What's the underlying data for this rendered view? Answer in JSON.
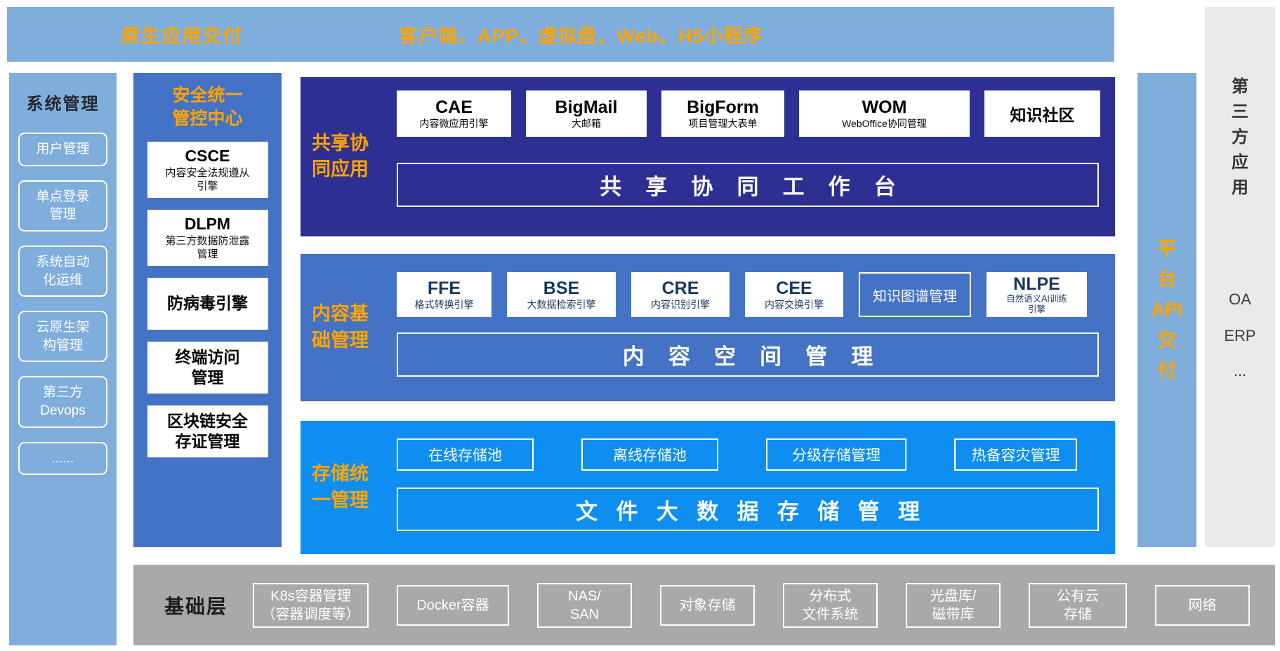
{
  "colors": {
    "light_blue": "#7FAEDC",
    "medium_blue": "#4472C4",
    "navy": "#2D3092",
    "bright_blue": "#0E8EF0",
    "gray_bar": "#A9A9A9",
    "light_gray_panel": "#E9E9E9",
    "orange": "#FFA400",
    "white": "#FFFFFF"
  },
  "top_bar": {
    "left_label": "原生应用交付",
    "right_label": "客户端、APP、虚拟盘、Web、H5小程序"
  },
  "system_management": {
    "title": "系统管理",
    "items": [
      {
        "label": "用户管理"
      },
      {
        "label": "单点登录\n管理"
      },
      {
        "label": "系统自动\n化运维"
      },
      {
        "label": "云原生架\n构管理"
      },
      {
        "label": "第三方\nDevops"
      },
      {
        "label": "......"
      }
    ]
  },
  "security_center": {
    "title": "安全统一\n管控中心",
    "boxes": [
      {
        "title": "CSCE",
        "subtitle": "内容安全法规遵从\n引擎"
      },
      {
        "title": "DLPM",
        "subtitle": "第三方数据防泄露\n管理"
      },
      {
        "title": "防病毒引擎"
      },
      {
        "title": "终端访问\n管理"
      },
      {
        "title": "区块链安全\n存证管理"
      }
    ]
  },
  "collab_section": {
    "label": "共享协\n同应用",
    "boxes": [
      {
        "title": "CAE",
        "subtitle": "内容微应用引擎"
      },
      {
        "title": "BigMail",
        "subtitle": "大邮箱"
      },
      {
        "title": "BigForm",
        "subtitle": "项目管理大表单"
      },
      {
        "title": "WOM",
        "subtitle": "WebOffice协同管理"
      },
      {
        "title": "知识社区"
      }
    ],
    "bar": "共享协同工作台"
  },
  "content_section": {
    "label": "内容基\n础管理",
    "boxes": [
      {
        "title": "FFE",
        "subtitle": "格式转换引擎"
      },
      {
        "title": "BSE",
        "subtitle": "大数据检索引擎"
      },
      {
        "title": "CRE",
        "subtitle": "内容识别引擎"
      },
      {
        "title": "CEE",
        "subtitle": "内容交换引擎"
      },
      {
        "title": "知识图谱管理"
      },
      {
        "title": "NLPE",
        "subtitle": "自然语义AI训练\n引擎"
      }
    ],
    "bar": "内容空间管理"
  },
  "storage_section": {
    "label": "存储统\n一管理",
    "boxes": [
      {
        "title": "在线存储池"
      },
      {
        "title": "离线存储池"
      },
      {
        "title": "分级存储管理"
      },
      {
        "title": "热备容灾管理"
      }
    ],
    "bar": "文件大数据存储管理"
  },
  "platform_api": {
    "label": "平\n台\nAPI\n交\n付"
  },
  "third_party": {
    "title": "第\n三\n方\n应\n用",
    "items": [
      {
        "label": "OA"
      },
      {
        "label": "ERP"
      },
      {
        "label": "..."
      }
    ]
  },
  "infrastructure": {
    "title": "基础层",
    "boxes": [
      {
        "label": "K8s容器管理\n（容器调度等）"
      },
      {
        "label": "Docker容器"
      },
      {
        "label": "NAS/\nSAN"
      },
      {
        "label": "对象存储"
      },
      {
        "label": "分布式\n文件系统"
      },
      {
        "label": "光盘库/\n磁带库"
      },
      {
        "label": "公有云\n存储"
      },
      {
        "label": "网络"
      }
    ]
  }
}
